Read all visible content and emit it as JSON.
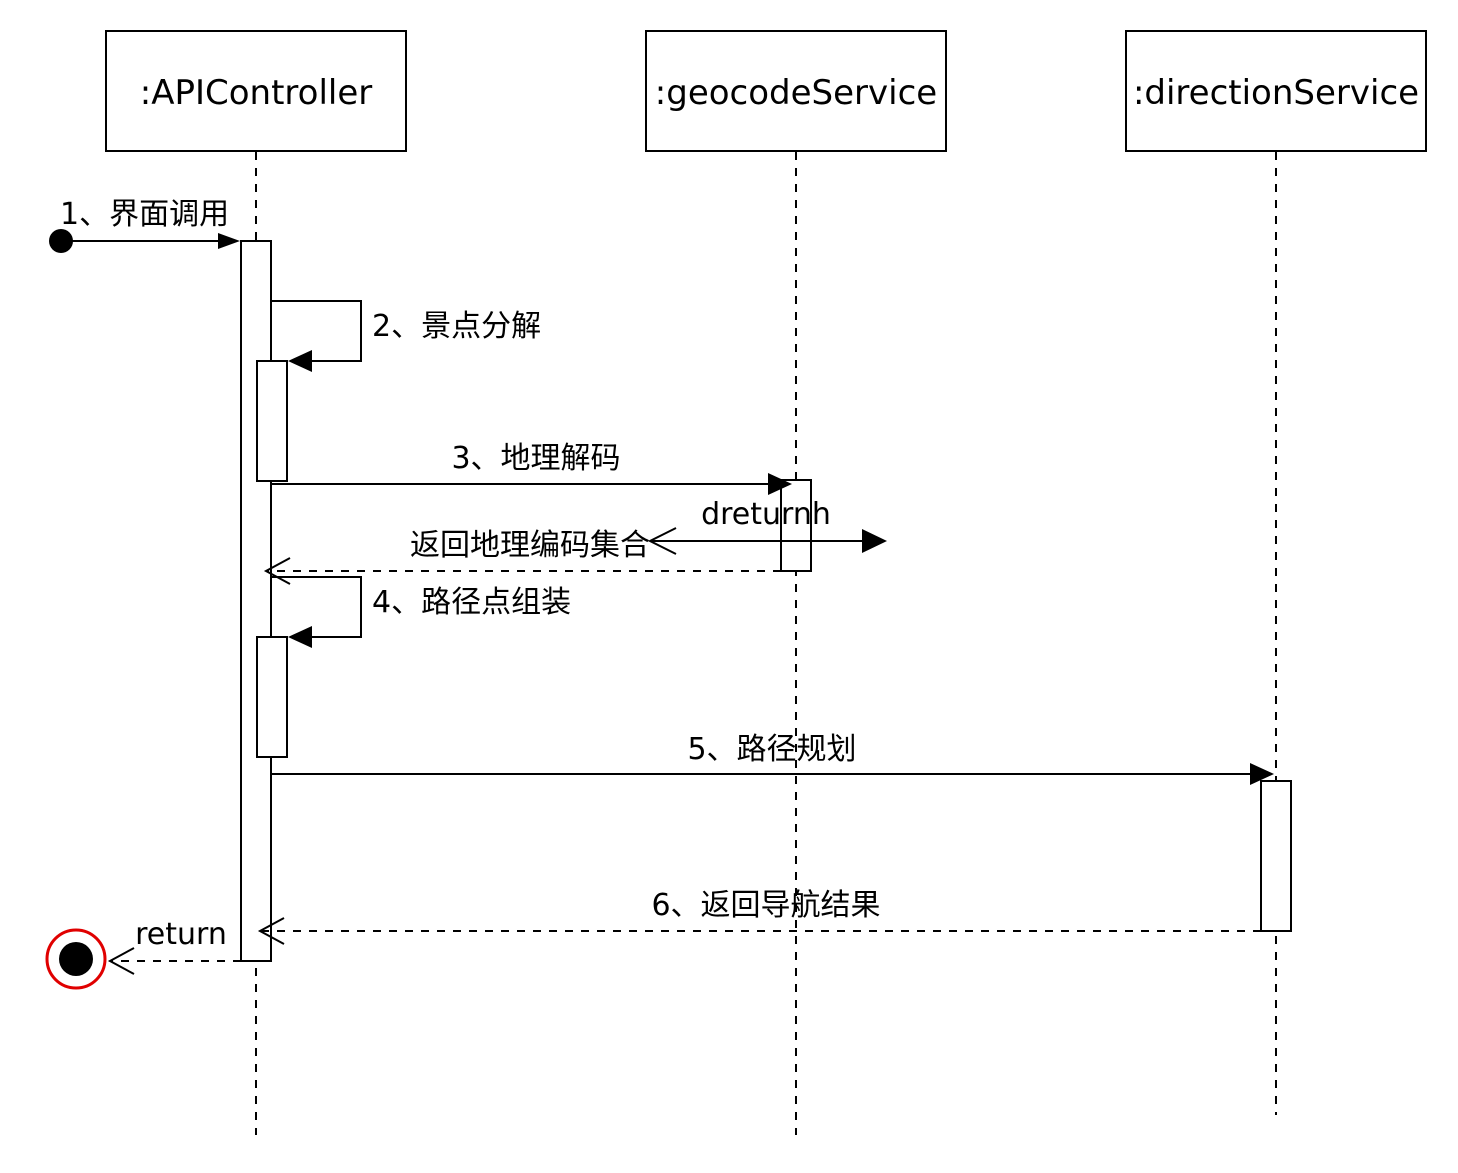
{
  "participants": {
    "api": ":APIController",
    "geo": ":geocodeService",
    "dir": ":directionService"
  },
  "messages": {
    "m1": "1、界面调用",
    "m2": "2、景点分解",
    "m3": "3、地理解码",
    "m3_return": "返回地理编码集合",
    "m3_floating": "dreturnh",
    "m4": "4、路径点组装",
    "m5": "5、路径规划",
    "m6": "6、返回导航结果",
    "final_return": "return"
  },
  "colors": {
    "stroke": "#000000",
    "final_ring": "#e00000"
  }
}
